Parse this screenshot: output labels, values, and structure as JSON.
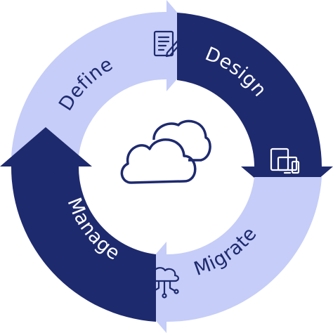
{
  "diagram": {
    "center_icon": "cloud-icon",
    "colors": {
      "dark": "#1e2a6e",
      "light": "#c5cdf8",
      "background": "#ffffff"
    },
    "stages": [
      {
        "label": "Define",
        "icon": "document-pen-icon",
        "shade": "light"
      },
      {
        "label": "Design",
        "icon": "devices-icon",
        "shade": "dark"
      },
      {
        "label": "Migrate",
        "icon": "cloud-network-icon",
        "shade": "light"
      },
      {
        "label": "Manage",
        "icon": "gear-search-icon",
        "shade": "dark"
      }
    ]
  }
}
